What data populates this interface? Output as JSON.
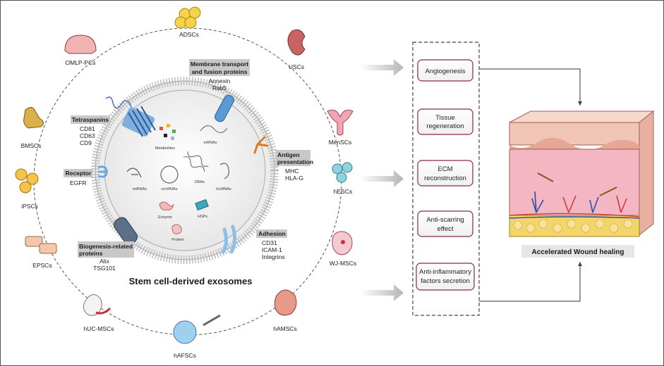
{
  "title": "Stem cell-derived exosomes",
  "stem_cells": {
    "adscs": "ADSCs",
    "uscs": "USCs",
    "menscs": "MenSCs",
    "hescs": "hESCs",
    "wjmscs": "WJ-MSCs",
    "hamscs": "hAMSCs",
    "hafscs": "hAFSCs",
    "hucmscs": "hUC-MSCs",
    "epscs": "EPSCs",
    "ipscs": "iPSCs",
    "bmscs": "BMSCs",
    "omlp": "OMLP-PCs"
  },
  "groups": {
    "membrane": {
      "header": [
        "Membrane transport",
        "and fusion proteins"
      ],
      "items": [
        "Annexin",
        "Rab5"
      ]
    },
    "tetraspanins": {
      "header": [
        "Tetraspanins"
      ],
      "items": [
        "CD81",
        "CD63",
        "CD9"
      ]
    },
    "antigen": {
      "header": [
        "Antigen",
        "presentation"
      ],
      "items": [
        "MHC",
        "HLA-G"
      ]
    },
    "receptor": {
      "header": [
        "Receptor"
      ],
      "items": [
        "EGFR"
      ]
    },
    "adhesion": {
      "header": [
        "Adhesion"
      ],
      "items": [
        "CD31",
        "ICAM-1",
        "Integrins"
      ]
    },
    "biogenesis": {
      "header": [
        "Biogenesis-related",
        "proteins"
      ],
      "items": [
        "Alix",
        "TSG101"
      ]
    }
  },
  "cargo": {
    "metabolites": "Metabolites",
    "mrnas": "mRNAs",
    "mirnas": "miRNAs",
    "circrnas": "circRNAs",
    "dnas": "DNAs",
    "lncrnas": "lncRNAs",
    "enzyme": "Enzyme",
    "hsps": "HSPs",
    "protein": "Protein"
  },
  "effects": [
    [
      "Angiogenesis"
    ],
    [
      "Tissue",
      "regeneration"
    ],
    [
      "ECM",
      "reconstruction"
    ],
    [
      "Anti-scarring",
      "effect"
    ],
    [
      "Anti-inflammatory",
      "factors secretion"
    ]
  ],
  "result": "Accelerated Wound healing",
  "colors": {
    "membrane": "#e9e9e9",
    "vesicle_fill": "#f3f3f3",
    "header_gray": "#c8c8c8",
    "effect_border": "#8a2b3a",
    "arrow_gray": "#bdbdbd",
    "skin_top": "#f0c5b6",
    "dermis": "#f3b6c2",
    "fat": "#f2d56b"
  }
}
